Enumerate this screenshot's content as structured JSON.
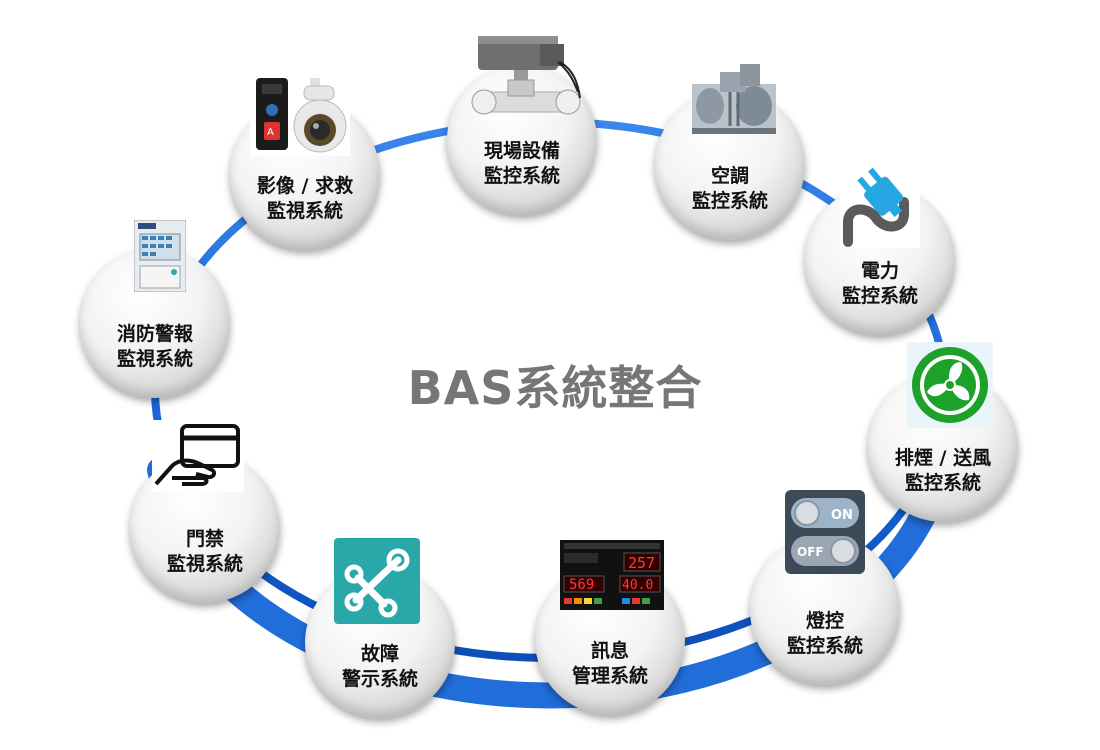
{
  "center_title": "BAS系統整合",
  "colors": {
    "ring": "#1565d8",
    "ring_dark": "#0d47a1",
    "teal": "#2aa7a8",
    "green": "#1da12a",
    "label": "#111111",
    "title": "#767676"
  },
  "nodes": [
    {
      "id": "field-equipment",
      "line1": "現場設備",
      "line2": "監控系統",
      "icon": "valve-actuator-icon"
    },
    {
      "id": "hvac",
      "line1": "空調",
      "line2": "監控系統",
      "icon": "chiller-icon"
    },
    {
      "id": "power",
      "line1": "電力",
      "line2": "監控系統",
      "icon": "power-plug-icon"
    },
    {
      "id": "smoke-exhaust",
      "line1": "排煙 / 送風",
      "line2": "監控系統",
      "icon": "fan-icon"
    },
    {
      "id": "lighting",
      "line1": "燈控",
      "line2": "監控系統",
      "icon": "on-off-switch-icon"
    },
    {
      "id": "messaging",
      "line1": "訊息",
      "line2": "管理系統",
      "icon": "led-display-icon"
    },
    {
      "id": "fault-alarm",
      "line1": "故障",
      "line2": "警示系統",
      "icon": "wrench-icon"
    },
    {
      "id": "access-control",
      "line1": "門禁",
      "line2": "監視系統",
      "icon": "card-reader-icon"
    },
    {
      "id": "fire-alarm",
      "line1": "消防警報",
      "line2": "監視系統",
      "icon": "fire-panel-icon"
    },
    {
      "id": "video-rescue",
      "line1": "影像 / 求救",
      "line2": "監視系統",
      "icon": "camera-intercom-icon"
    }
  ],
  "display": {
    "top_left": "257",
    "bottom_left": "569",
    "bottom_right": "40.0"
  }
}
